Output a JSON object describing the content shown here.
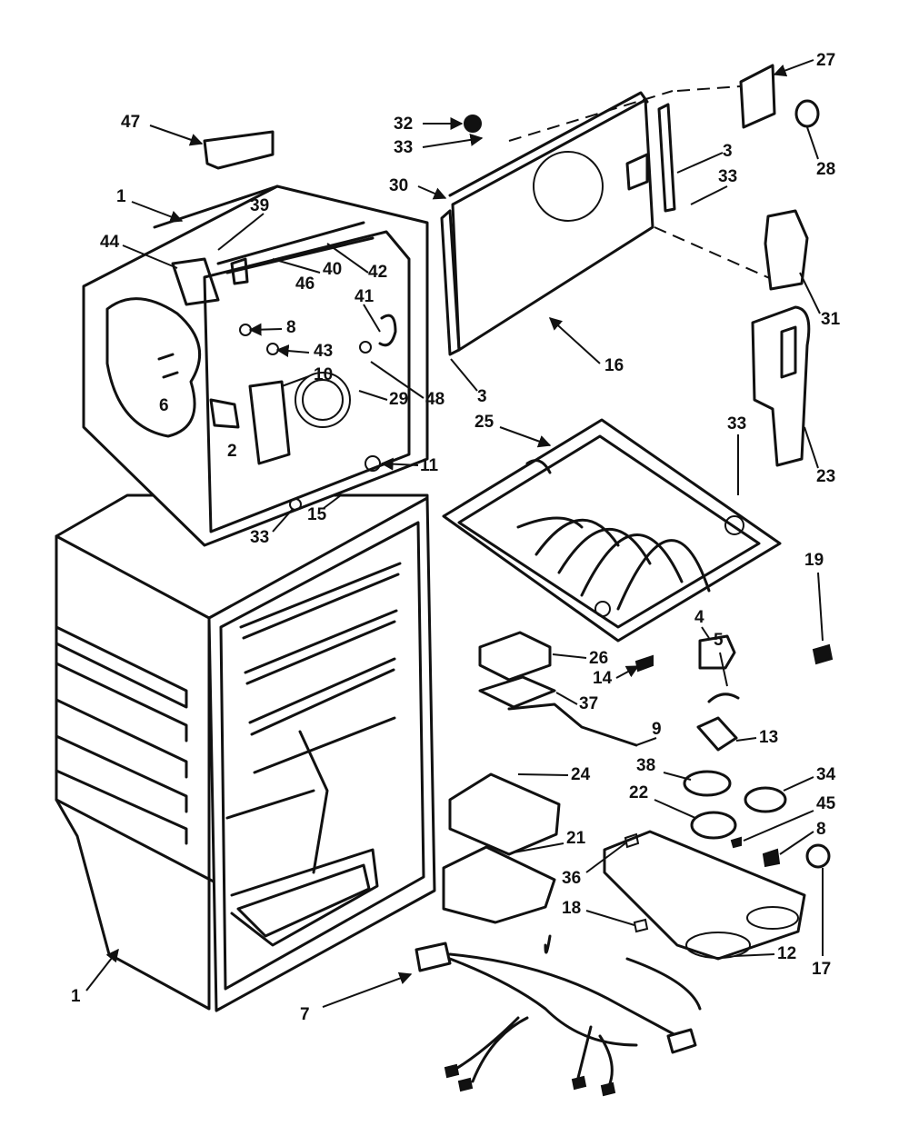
{
  "callouts": [
    "47",
    "1",
    "39",
    "44",
    "40",
    "46",
    "42",
    "41",
    "8",
    "43",
    "6",
    "10",
    "2",
    "29",
    "48",
    "3",
    "11",
    "15",
    "33",
    "32",
    "33",
    "30",
    "3",
    "33",
    "16",
    "27",
    "28",
    "31",
    "23",
    "33",
    "25",
    "19",
    "26",
    "14",
    "4",
    "5",
    "37",
    "9",
    "13",
    "38",
    "34",
    "22",
    "45",
    "8",
    "24",
    "21",
    "36",
    "18",
    "17",
    "12",
    "1",
    "7"
  ]
}
